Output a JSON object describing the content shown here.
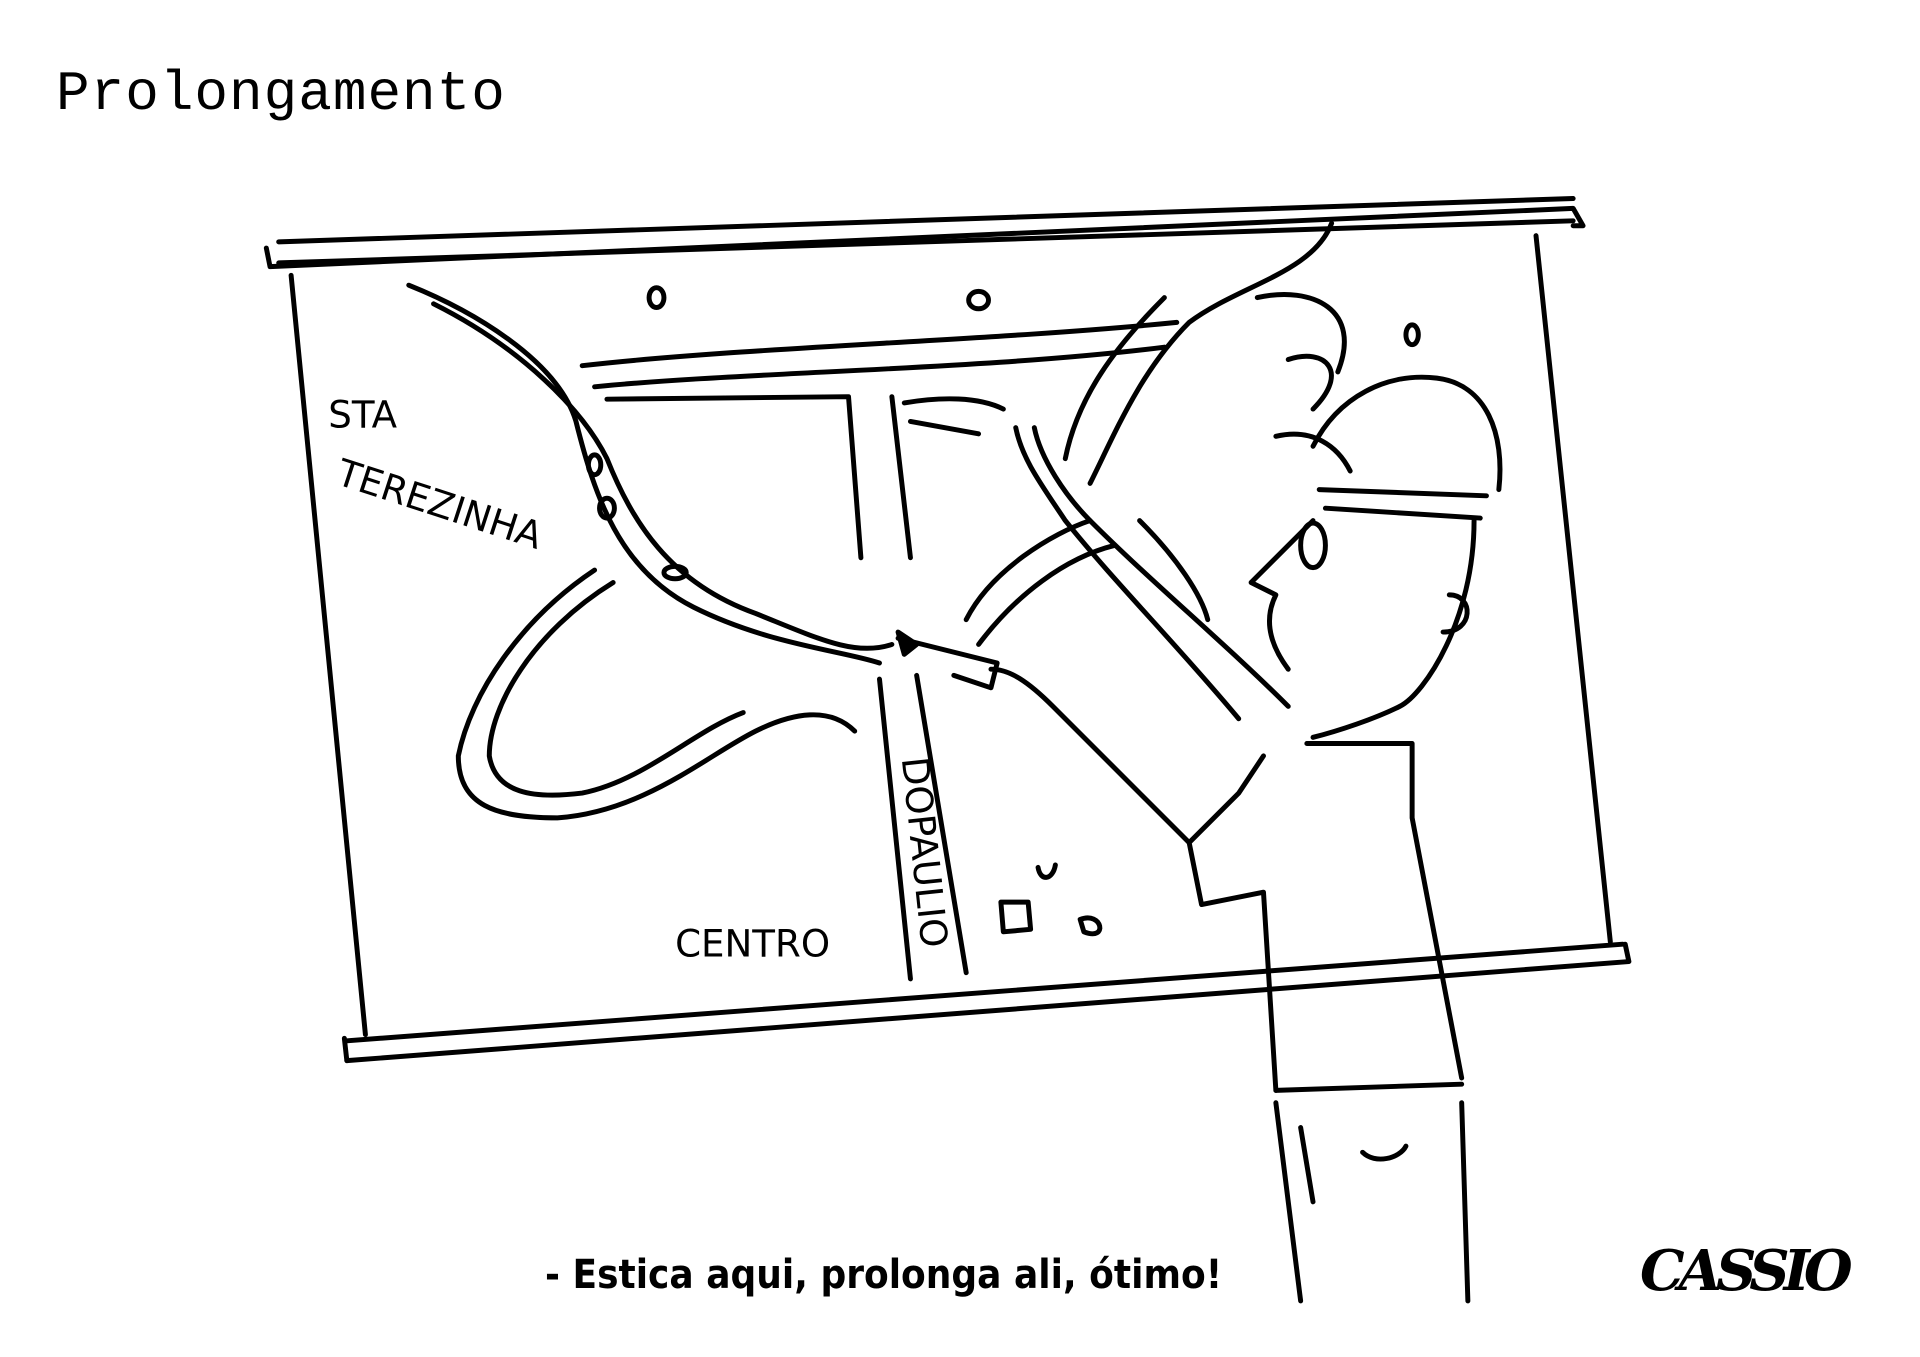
{
  "title": "Prolongamento",
  "map_labels": {
    "neighborhood_1_line1": "STA",
    "neighborhood_1_line2": "TEREZINHA",
    "neighborhood_2": "CENTRO",
    "avenue": "DOPAULIO"
  },
  "caption": "- Estica aqui, prolonga ali, ótimo!",
  "signature": "CASSIO"
}
